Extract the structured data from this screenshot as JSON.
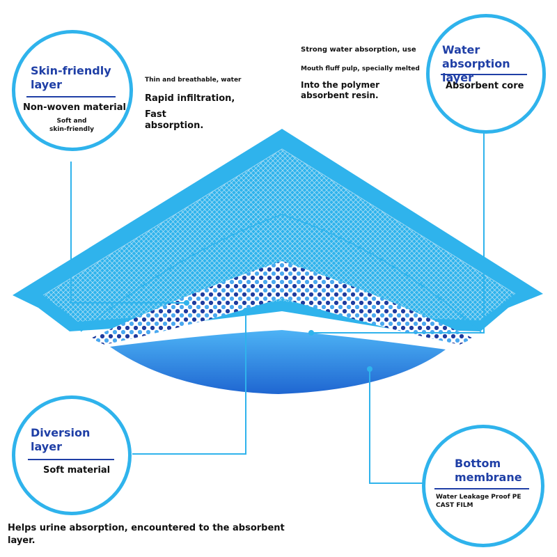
{
  "callouts": {
    "skin": {
      "title": "Skin-friendly layer",
      "subtitle": "Non-woven material",
      "note": "Soft and skin-friendly"
    },
    "water": {
      "title": "Water absorption layer",
      "subtitle": "Absorbent core"
    },
    "diversion": {
      "title": "Diversion layer",
      "subtitle": "Soft material"
    },
    "bottom": {
      "title": "Bottom membrane",
      "note": "Water Leakage Proof PE CAST FILM"
    }
  },
  "texts": {
    "thin": "Thin and breathable, water",
    "rapid": "Rapid infiltration,",
    "fast": "Fast absorption.",
    "strong": "Strong water absorption, use",
    "mouth": "Mouth fluff pulp, specially melted",
    "polymer": "Into the polymer absorbent resin.",
    "helps": "Helps urine absorption, encountered to the absorbent layer."
  },
  "colors": {
    "accent": "#2fb3ec",
    "title": "#1f3fa6",
    "dot_dark": "#1e3b9e",
    "dot_light": "#4aa8f0",
    "membrane": "#2f7fe0"
  }
}
